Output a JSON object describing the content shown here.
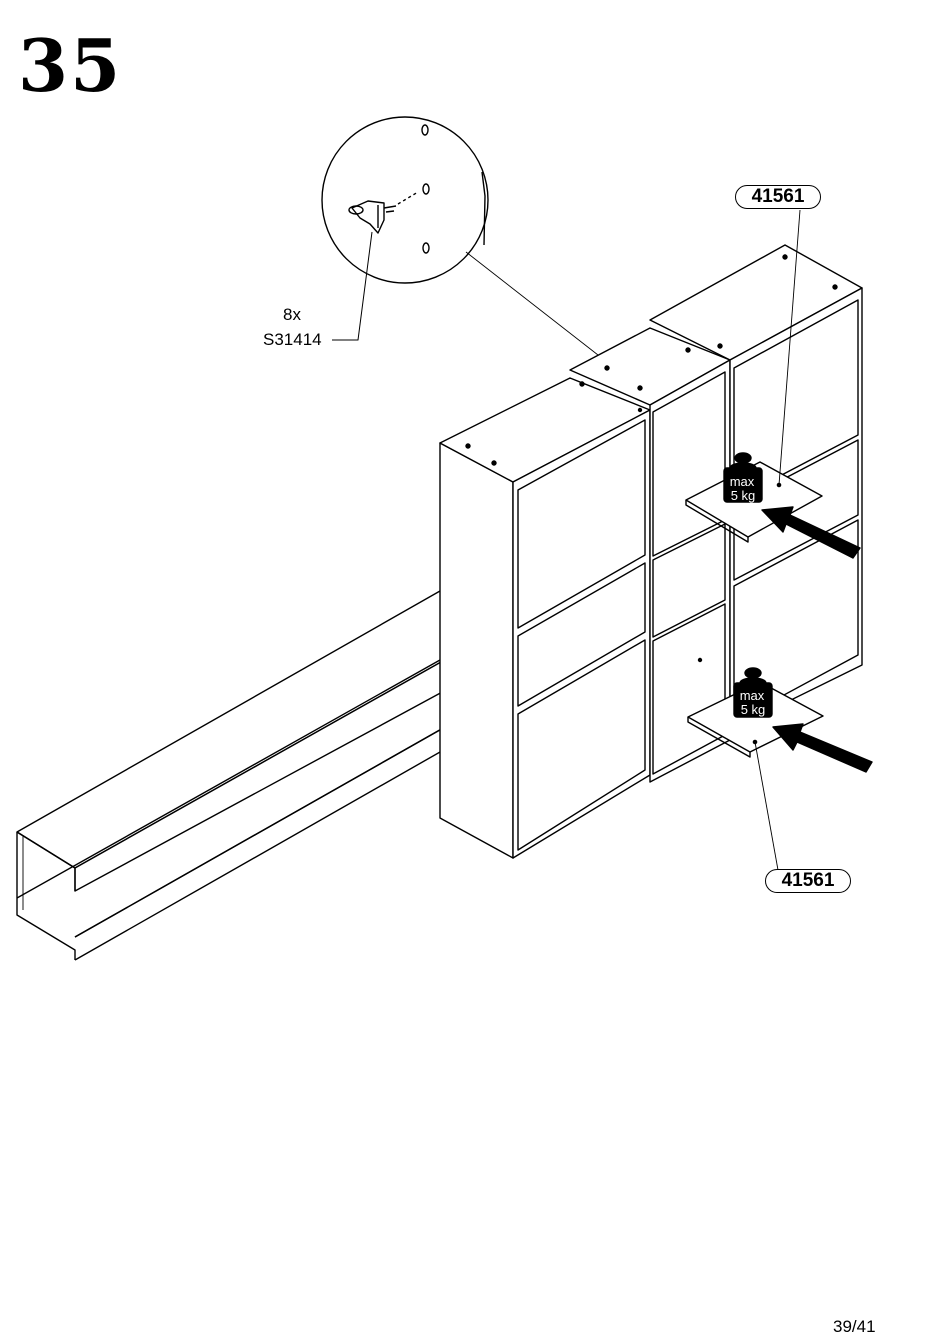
{
  "step": {
    "number": "35"
  },
  "callout": {
    "count": "8x",
    "part_code": "S31414"
  },
  "shelves": [
    {
      "part_number": "41561",
      "weight_line1": "max",
      "weight_line2": "5 kg"
    },
    {
      "part_number": "41561",
      "weight_line1": "max",
      "weight_line2": "5 kg"
    }
  ],
  "footer": {
    "page": "39/41"
  }
}
